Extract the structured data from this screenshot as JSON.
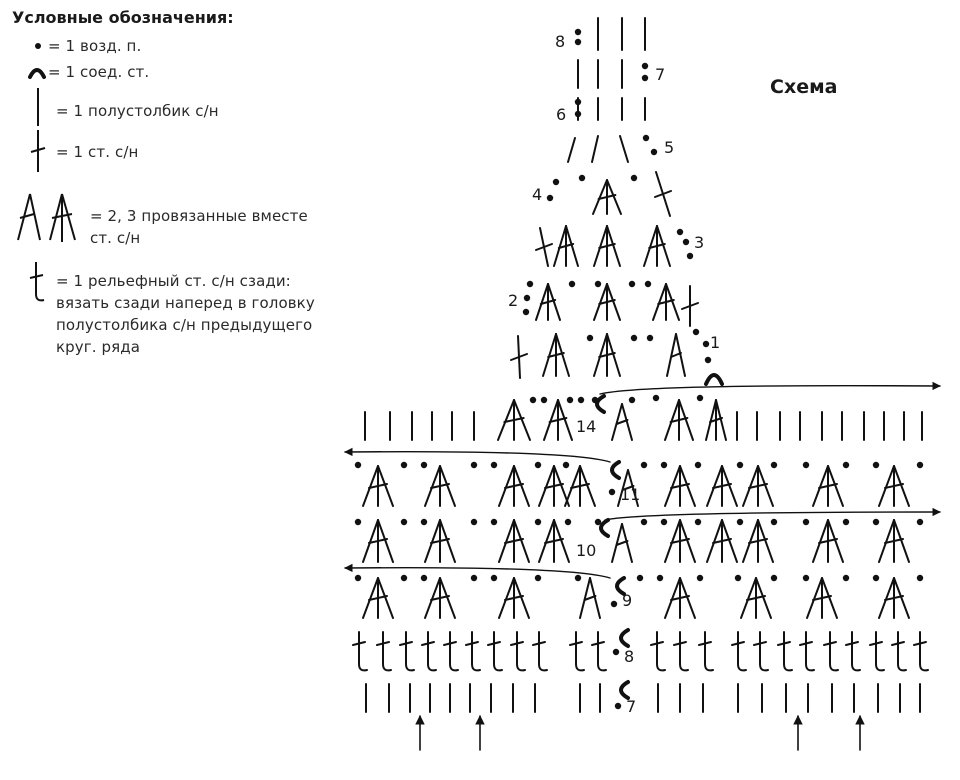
{
  "legend": {
    "title": "Условные обозначения:",
    "items": [
      {
        "icon": "chain-stitch-icon",
        "text": "= 1 возд. п."
      },
      {
        "icon": "slip-stitch-icon",
        "text": "= 1 соед. ст."
      },
      {
        "icon": "half-double-crochet-icon",
        "text": "= 1 полустолбик с/н"
      },
      {
        "icon": "double-crochet-icon",
        "text": "= 1 ст. с/н"
      },
      {
        "icon": "dc-together-icon",
        "text": "= 2, 3 провязанные вместе ст. с/н"
      },
      {
        "icon": "back-post-double-crochet-icon",
        "text": "= 1 рельефный ст. с/н сзади: вязать сзади наперед в головку полустолбика с/н предыдущего круг. ряда"
      }
    ]
  },
  "scheme": {
    "title": "Схема",
    "row_numbers": [
      "8",
      "7",
      "6",
      "5",
      "4",
      "3",
      "2",
      "1",
      "14",
      "11",
      "10",
      "9",
      "8",
      "7"
    ]
  }
}
